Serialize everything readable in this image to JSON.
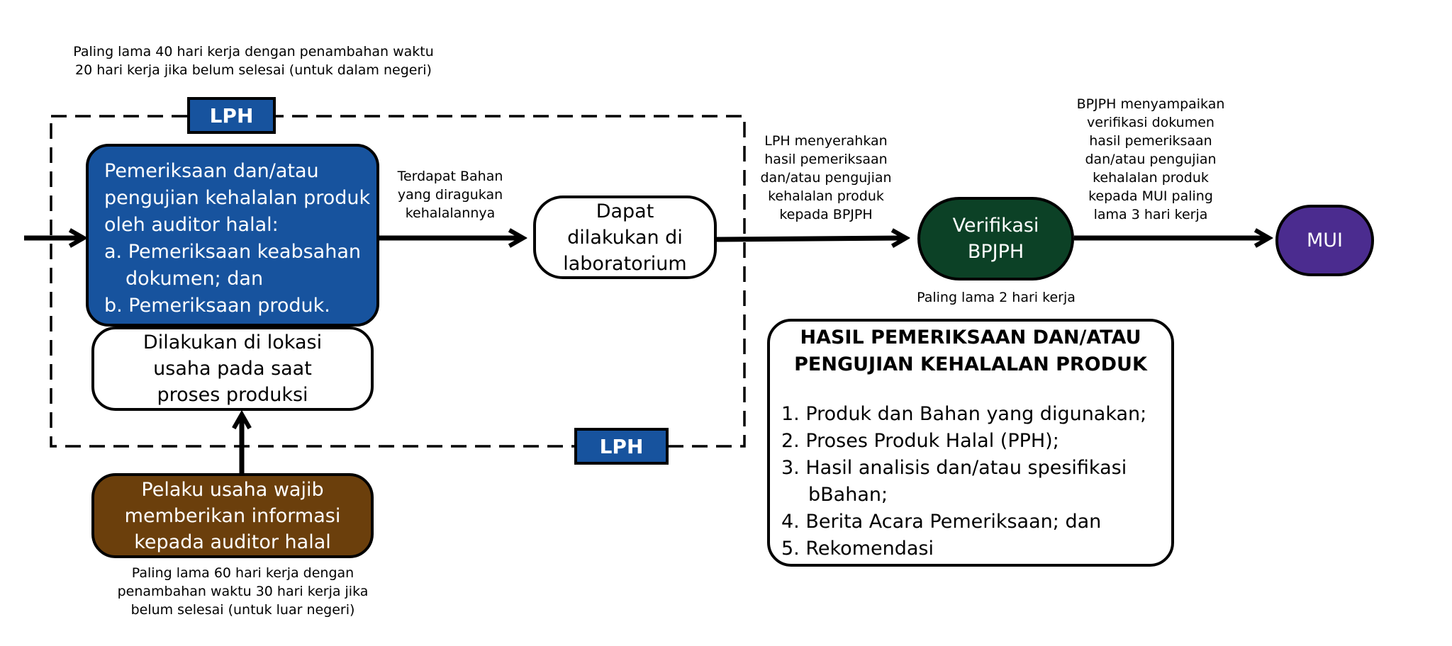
{
  "notes": {
    "top_left": [
      "Paling lama 40 hari kerja dengan penambahan waktu",
      "20 hari kerja jika belum selesai (untuk dalam negeri)"
    ],
    "terdapat_bahan": [
      "Terdapat Bahan",
      "yang diragukan",
      "kehalalannya"
    ],
    "lph_menyerahkan": [
      "LPH menyerahkan",
      "hasil pemeriksaan",
      "dan/atau pengujian",
      "kehalalan produk",
      "kepada BPJPH"
    ],
    "bpjph_menyampaikan": [
      "BPJPH menyampaikan",
      "verifikasi dokumen",
      "hasil pemeriksaan",
      "dan/atau pengujian",
      "kehalalan produk",
      "kepada MUI paling",
      "lama 3 hari kerja"
    ],
    "verif_time": "Paling lama 2 hari kerja",
    "bottom_left": [
      "Paling lama 60 hari kerja dengan",
      "penambahan waktu 30 hari kerja jika",
      "belum selesai (untuk luar negeri)"
    ]
  },
  "lph_label_top": "LPH",
  "lph_label_bottom": "LPH",
  "pemeriksaan_box": [
    "Pemeriksaan dan/atau",
    "pengujian kehalalan produk",
    "oleh auditor halal:",
    "a. Pemeriksaan keabsahan",
    "dokumen; dan",
    "b. Pemeriksaan produk."
  ],
  "lokasi_box": [
    "Dilakukan di lokasi",
    "usaha pada saat",
    "proses produksi"
  ],
  "laboratorium_box": [
    "Dapat",
    "dilakukan di",
    "laboratorium"
  ],
  "verifikasi_box": [
    "Verifikasi",
    "BPJPH"
  ],
  "mui_box": "MUI",
  "pelaku_box": [
    "Pelaku usaha wajib",
    "memberikan informasi",
    "kepada auditor halal"
  ],
  "hasil": {
    "title": [
      "HASIL PEMERIKSAAN DAN/ATAU",
      "PENGUJIAN KEHALALAN PRODUK"
    ],
    "items": [
      "1. Produk dan Bahan yang digunakan;",
      "2. Proses Produk Halal (PPH);",
      "3. Hasil analisis dan/atau spesifikasi",
      "bBahan;",
      "4. Berita Acara Pemeriksaan; dan",
      "5. Rekomendasi"
    ]
  },
  "colors": {
    "blue": "#17539e",
    "green": "#0c4126",
    "purple": "#4b2c8f",
    "brown": "#6b3f0c"
  }
}
